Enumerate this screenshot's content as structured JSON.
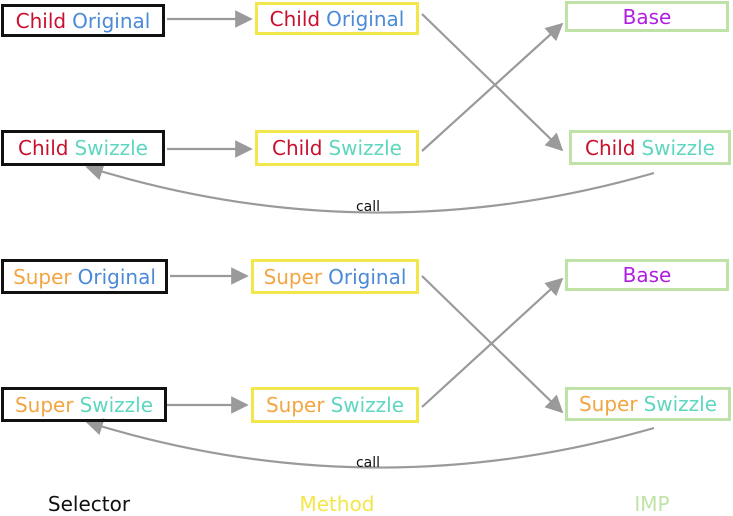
{
  "colors": {
    "selector_border": "#111111",
    "method_border": "#f2e64a",
    "imp_border": "#bfe3a6",
    "child_word": "#c8102e",
    "super_word": "#f2a541",
    "original_word": "#4b8ad8",
    "swizzle_word": "#5fd6c0",
    "base_word": "#b01ee0",
    "arrow": "#9a9a9a"
  },
  "groups": [
    {
      "selector_original": [
        "Child",
        "Original"
      ],
      "selector_swizzle": [
        "Child",
        "Swizzle"
      ],
      "method_original": [
        "Child",
        "Original"
      ],
      "method_swizzle": [
        "Child",
        "Swizzle"
      ],
      "imp_base": "Base",
      "imp_swizzle": [
        "Child",
        "Swizzle"
      ],
      "call_label": "call"
    },
    {
      "selector_original": [
        "Super",
        "Original"
      ],
      "selector_swizzle": [
        "Super",
        "Swizzle"
      ],
      "method_original": [
        "Super",
        "Original"
      ],
      "method_swizzle": [
        "Super",
        "Swizzle"
      ],
      "imp_base": "Base",
      "imp_swizzle": [
        "Super",
        "Swizzle"
      ],
      "call_label": "call"
    }
  ],
  "legend": {
    "selector": "Selector",
    "method": "Method",
    "imp": "IMP"
  }
}
